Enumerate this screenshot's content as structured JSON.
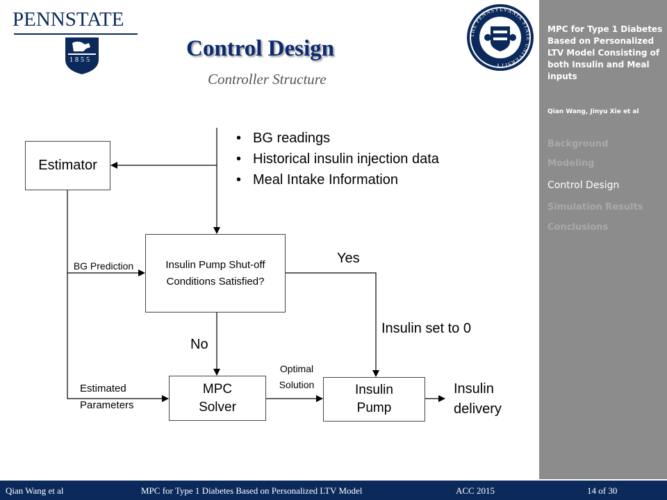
{
  "header": {
    "university_logo_text": "PENNSTATE",
    "university_logo_year": "1855",
    "seal_text": "THE PENNSYLVANIA STATE UNIVERSITY",
    "title": "Control Design",
    "subtitle": "Controller Structure"
  },
  "sidebar": {
    "presentation_title": "MPC for Type 1 Diabetes Based on Personalized LTV Model Consisting of both Insulin and Meal inputs",
    "authors": "Qian Wang, Jinyu Xie et al",
    "nav": [
      {
        "label": "Background",
        "active": false
      },
      {
        "label": "Modeling",
        "active": false
      },
      {
        "label": "Control Design",
        "active": true
      },
      {
        "label": "Simulation Results",
        "active": false
      },
      {
        "label": "Conclusions",
        "active": false
      }
    ]
  },
  "diagram": {
    "inputs": [
      "BG readings",
      "Historical insulin injection data",
      "Meal Intake Information"
    ],
    "estimator": "Estimator",
    "condition_box": "Insulin Pump Shut-off Conditions Satisfied?",
    "mpc_solver": "MPC Solver",
    "insulin_pump": "Insulin Pump",
    "labels": {
      "bg_prediction": "BG Prediction",
      "estimated_parameters": "Estimated Parameters",
      "yes": "Yes",
      "no": "No",
      "insulin_set_to_0": "Insulin set to 0",
      "optimal_solution": "Optimal Solution",
      "insulin_delivery": "Insulin delivery"
    }
  },
  "footer": {
    "author": "Qian Wang et al",
    "talk_title": "MPC for Type 1 Diabetes Based on Personalized LTV Model",
    "conference": "ACC 2015",
    "page": "14 of 30"
  },
  "colors": {
    "sidebar_bg": "#8c8c8c",
    "footer_bg": "#0b2a5b",
    "title": "#0b2a6f",
    "nav_inactive": "#a9a9a9",
    "nav_active": "#ffffff"
  }
}
